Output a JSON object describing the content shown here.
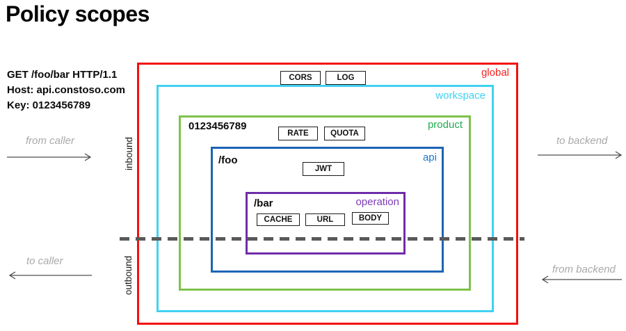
{
  "title": "Policy scopes",
  "request": {
    "lines": [
      "GET /foo/bar HTTP/1.1",
      "Host: api.constoso.com",
      "Key: 0123456789"
    ]
  },
  "pipeline": {
    "inbound_label": "inbound",
    "outbound_label": "outbound"
  },
  "flows": {
    "from_caller": "from caller",
    "to_backend": "to backend",
    "to_caller": "to caller",
    "from_backend": "from backend"
  },
  "scopes": [
    {
      "name": "global",
      "label": "global",
      "border_color": "#f20f0f",
      "label_color": "#f62222",
      "policies": [
        "CORS",
        "LOG"
      ]
    },
    {
      "name": "workspace",
      "label": "workspace",
      "border_color": "#3fd2f2",
      "label_color": "#3fd2f2",
      "policies": []
    },
    {
      "name": "product",
      "label": "product",
      "border_color": "#7dc24b",
      "label_color": "#23aa4f",
      "key": "0123456789",
      "policies": [
        "RATE",
        "QUOTA"
      ]
    },
    {
      "name": "api",
      "label": "api",
      "border_color": "#1d64b5",
      "label_color": "#1878d0",
      "path": "/foo",
      "policies": [
        "JWT"
      ]
    },
    {
      "name": "operation",
      "label": "operation",
      "border_color": "#6f2da8",
      "label_color": "#7c3bb5",
      "path": "/bar",
      "policies": [
        "CACHE",
        "URL",
        "BODY"
      ]
    }
  ],
  "colors": {
    "divider": "#595959",
    "arrow": "#4d4d4d",
    "flow_text": "#a9a9a9"
  }
}
